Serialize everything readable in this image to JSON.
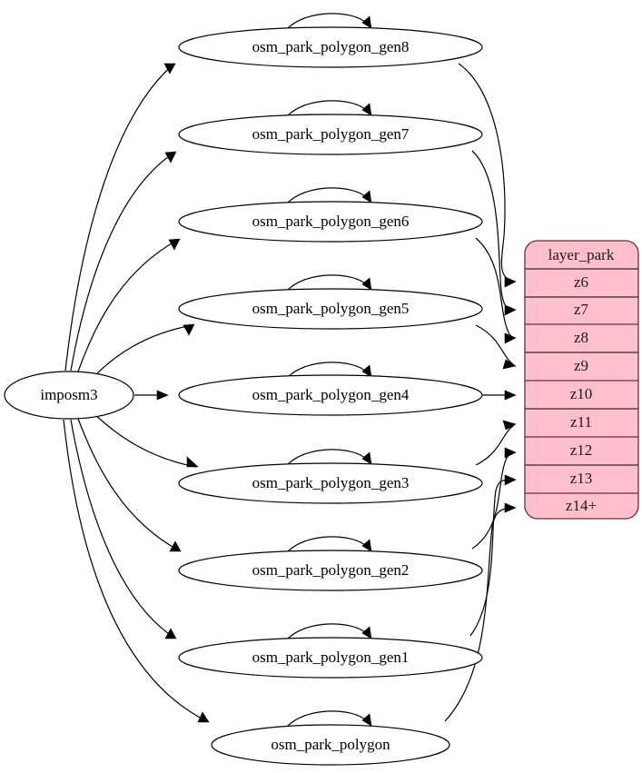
{
  "diagram": {
    "type": "graphviz-digraph",
    "background_color": "#ffffff",
    "source_node": {
      "id": "imposm3",
      "label": "imposm3",
      "shape": "ellipse",
      "fill": "#ffffff",
      "stroke": "#000000"
    },
    "process_nodes": [
      {
        "id": "gen8",
        "label": "osm_park_polygon_gen8",
        "shape": "ellipse",
        "self_loop": true
      },
      {
        "id": "gen7",
        "label": "osm_park_polygon_gen7",
        "shape": "ellipse",
        "self_loop": true
      },
      {
        "id": "gen6",
        "label": "osm_park_polygon_gen6",
        "shape": "ellipse",
        "self_loop": true
      },
      {
        "id": "gen5",
        "label": "osm_park_polygon_gen5",
        "shape": "ellipse",
        "self_loop": true
      },
      {
        "id": "gen4",
        "label": "osm_park_polygon_gen4",
        "shape": "ellipse",
        "self_loop": true
      },
      {
        "id": "gen3",
        "label": "osm_park_polygon_gen3",
        "shape": "ellipse",
        "self_loop": true
      },
      {
        "id": "gen2",
        "label": "osm_park_polygon_gen2",
        "shape": "ellipse",
        "self_loop": true
      },
      {
        "id": "gen1",
        "label": "osm_park_polygon_gen1",
        "shape": "ellipse",
        "self_loop": true
      },
      {
        "id": "base",
        "label": "osm_park_polygon",
        "shape": "ellipse",
        "self_loop": true
      }
    ],
    "layer_table": {
      "id": "layer_park",
      "header": "layer_park",
      "fill": "#ffc0cb",
      "stroke": "#6b2c36",
      "rows": [
        {
          "id": "z6",
          "label": "z6"
        },
        {
          "id": "z7",
          "label": "z7"
        },
        {
          "id": "z8",
          "label": "z8"
        },
        {
          "id": "z9",
          "label": "z9"
        },
        {
          "id": "z10",
          "label": "z10"
        },
        {
          "id": "z11",
          "label": "z11"
        },
        {
          "id": "z12",
          "label": "z12"
        },
        {
          "id": "z13",
          "label": "z13"
        },
        {
          "id": "z14",
          "label": "z14+"
        }
      ]
    },
    "edges": [
      {
        "from": "imposm3",
        "to": "gen8"
      },
      {
        "from": "imposm3",
        "to": "gen7"
      },
      {
        "from": "imposm3",
        "to": "gen6"
      },
      {
        "from": "imposm3",
        "to": "gen5"
      },
      {
        "from": "imposm3",
        "to": "gen4"
      },
      {
        "from": "imposm3",
        "to": "gen3"
      },
      {
        "from": "imposm3",
        "to": "gen2"
      },
      {
        "from": "imposm3",
        "to": "gen1"
      },
      {
        "from": "imposm3",
        "to": "base"
      },
      {
        "from": "gen8",
        "to": "z6"
      },
      {
        "from": "gen7",
        "to": "z7"
      },
      {
        "from": "gen6",
        "to": "z8"
      },
      {
        "from": "gen5",
        "to": "z9"
      },
      {
        "from": "gen4",
        "to": "z10"
      },
      {
        "from": "gen3",
        "to": "z11"
      },
      {
        "from": "gen2",
        "to": "z12"
      },
      {
        "from": "gen1",
        "to": "z13"
      },
      {
        "from": "base",
        "to": "z14"
      }
    ]
  }
}
